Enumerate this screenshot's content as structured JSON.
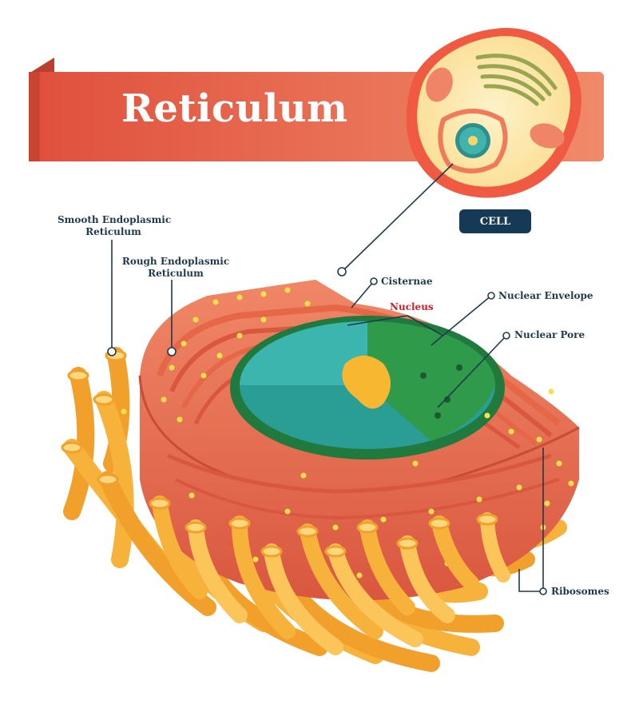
{
  "title": "Reticulum",
  "cell_badge": "CELL",
  "labels": {
    "smooth_er": [
      "Smooth Endoplasmic",
      "Reticulum"
    ],
    "rough_er": [
      "Rough Endoplasmic",
      "Reticulum"
    ],
    "cisternae": "Cisternae",
    "nucleus": "Nucleus",
    "nuclear_envelope": "Nuclear Envelope",
    "nuclear_pore": "Nuclear Pore",
    "ribosomes": "Ribosomes"
  },
  "colors": {
    "banner": "#e4604a",
    "er_body": "#ef7d5f",
    "er_dark": "#d9573f",
    "tubule": "#f7b23b",
    "nucleus_teal": "#35a9a3",
    "nucleus_green": "#2f9a4a",
    "nucleolus": "#f7b731",
    "label_text": "#1f3a4d",
    "badge": "#163a55",
    "ribosome": "#f7e04a"
  }
}
